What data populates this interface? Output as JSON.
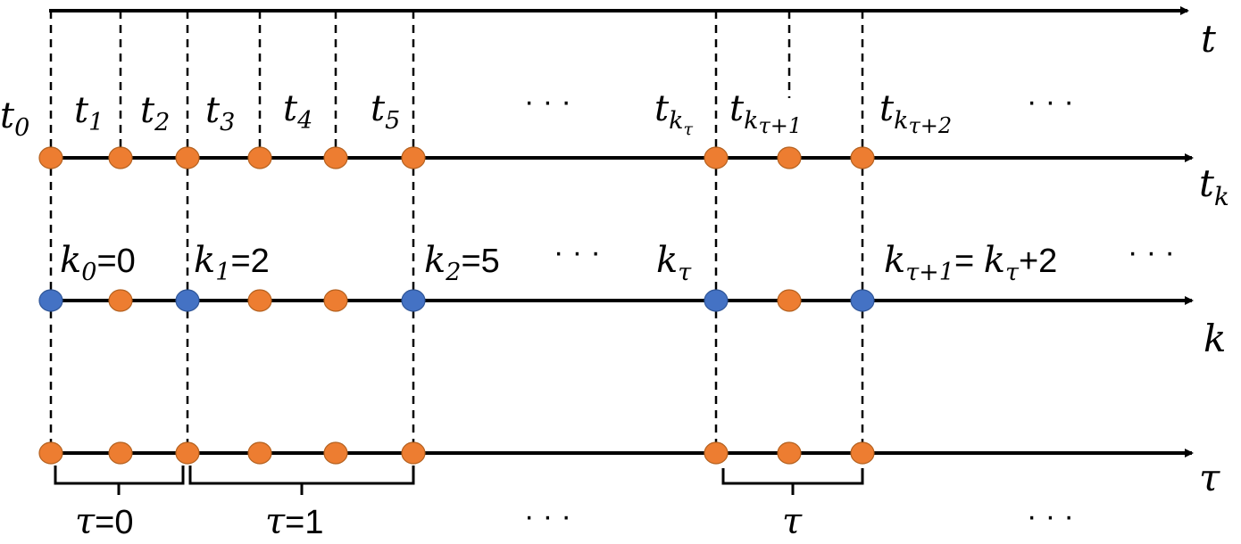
{
  "axes": {
    "t": "t",
    "tk": {
      "base": "t",
      "sub": "k"
    },
    "k": "k",
    "tau": "τ"
  },
  "t_labels": [
    {
      "base": "t",
      "sub": "0",
      "supsub": ""
    },
    {
      "base": "t",
      "sub": "1",
      "supsub": ""
    },
    {
      "base": "t",
      "sub": "2",
      "supsub": ""
    },
    {
      "base": "t",
      "sub": "3",
      "supsub": ""
    },
    {
      "base": "t",
      "sub": "4",
      "supsub": ""
    },
    {
      "base": "t",
      "sub": "5",
      "supsub": ""
    },
    {
      "base": "t",
      "sub": "k",
      "supsub": "τ"
    },
    {
      "base": "t",
      "sub": "k",
      "supsub": "τ+1"
    },
    {
      "base": "t",
      "sub": "k",
      "supsub": "τ+2"
    }
  ],
  "ellipsis": "· · ·",
  "k_labels": [
    {
      "base": "k",
      "sub": "0",
      "rest": "=0"
    },
    {
      "base": "k",
      "sub": "1",
      "rest": "=2"
    },
    {
      "base": "k",
      "sub": "2",
      "rest": "=5"
    },
    {
      "base": "k",
      "sub": "τ",
      "rest": ""
    },
    {
      "base": "k",
      "sub": "τ+1",
      "rest": "= ",
      "base2": "k",
      "sub2": "τ",
      "rest2": "+2"
    }
  ],
  "tau_labels": [
    {
      "sym": "τ",
      "rest": "=0"
    },
    {
      "sym": "τ",
      "rest": "=1"
    },
    {
      "sym": "τ",
      "rest": ""
    }
  ],
  "colors": {
    "orange": "#ED7D31",
    "blue": "#4472C4",
    "line": "#000000"
  }
}
